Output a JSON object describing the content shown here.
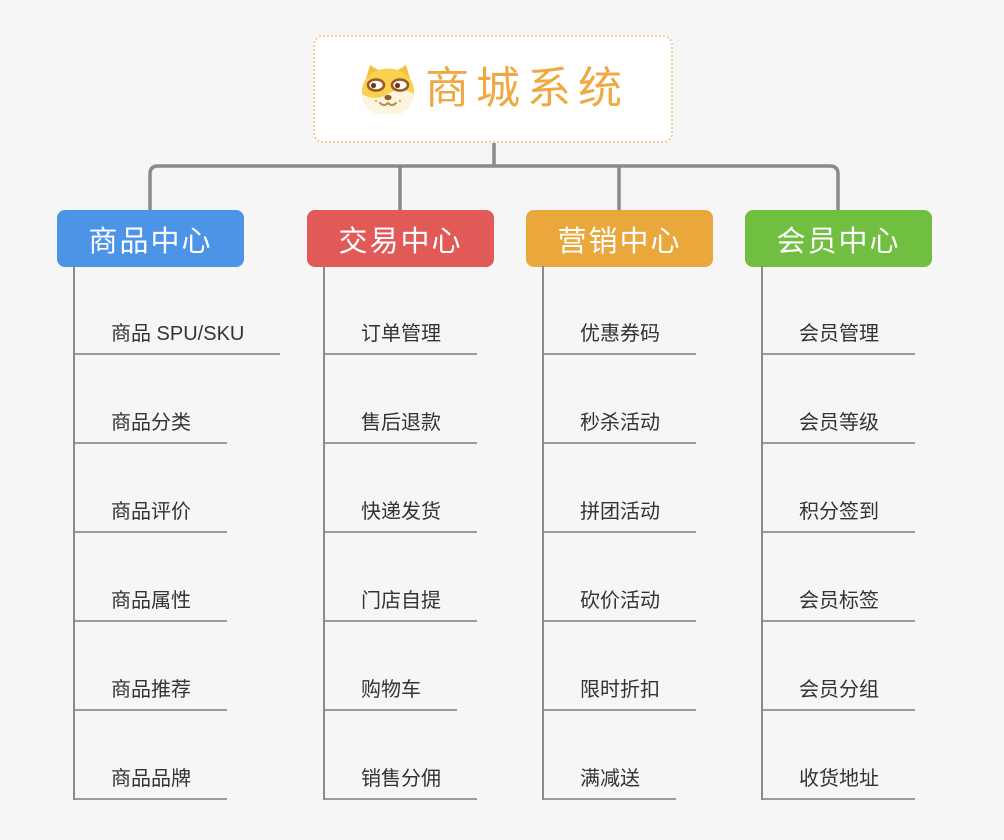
{
  "root": {
    "title": "商城系统",
    "icon": "dog-face-icon",
    "title_color": "#F0A842",
    "border_color": "#F2CD92"
  },
  "branches": [
    {
      "label": "商品中心",
      "color": "#4B94E8",
      "children": [
        "商品 SPU/SKU",
        "商品分类",
        "商品评价",
        "商品属性",
        "商品推荐",
        "商品品牌"
      ]
    },
    {
      "label": "交易中心",
      "color": "#E25A58",
      "children": [
        "订单管理",
        "售后退款",
        "快递发货",
        "门店自提",
        "购物车",
        "销售分佣"
      ]
    },
    {
      "label": "营销中心",
      "color": "#E9A73C",
      "children": [
        "优惠券码",
        "秒杀活动",
        "拼团活动",
        "砍价活动",
        "限时折扣",
        "满减送"
      ]
    },
    {
      "label": "会员中心",
      "color": "#71BF40",
      "children": [
        "会员管理",
        "会员等级",
        "积分签到",
        "会员标签",
        "会员分组",
        "收货地址"
      ]
    }
  ],
  "colors": {
    "background": "#F6F6F6",
    "connector": "#8A8A8A",
    "leaf_line": "#9B9B9B",
    "leaf_text": "#333333"
  }
}
